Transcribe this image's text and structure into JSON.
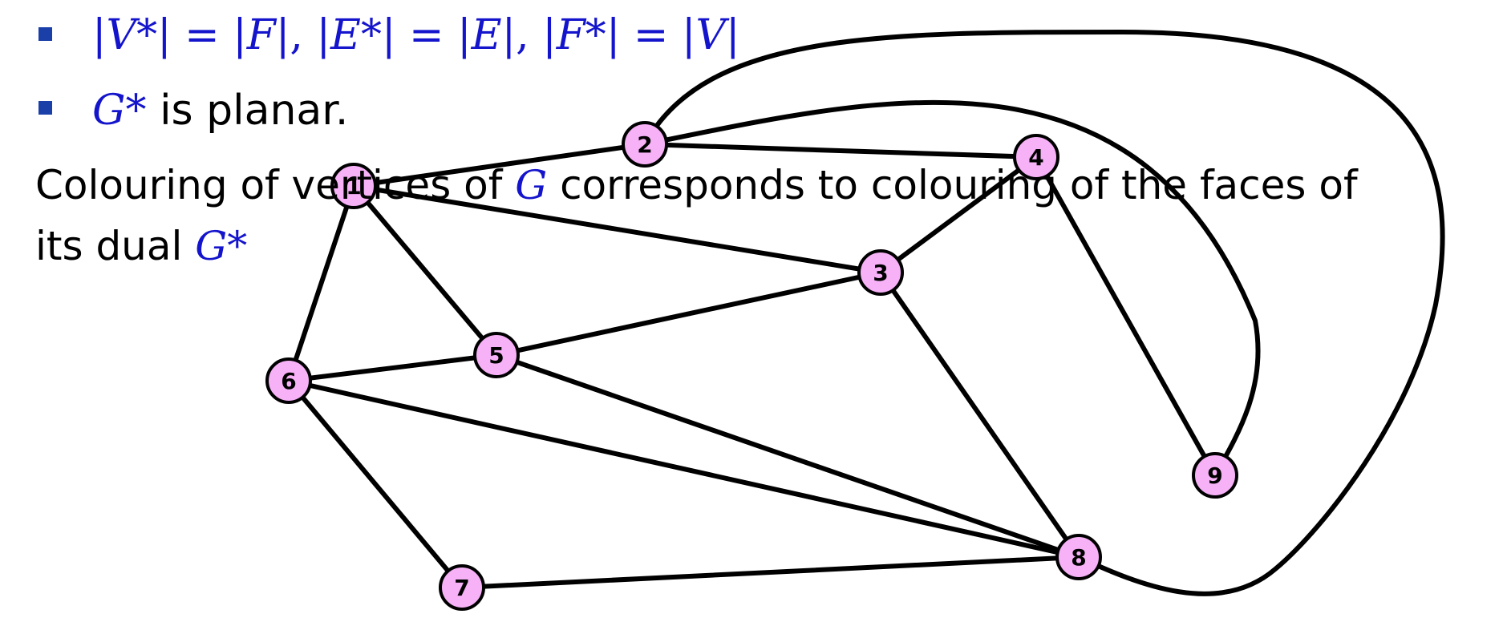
{
  "colors": {
    "math_blue": "#1414cc",
    "bullet_blue": "#1a3fa8",
    "text": "#000000",
    "node_fill": "#f7b2f7",
    "edge": "#000000"
  },
  "bullets": [
    {
      "icon": "square-bullet-icon",
      "V_star": "V*",
      "F": "F",
      "E_star": "E*",
      "E": "E",
      "F_star": "F*",
      "V": "V"
    },
    {
      "icon": "square-bullet-icon",
      "G_star": "G*",
      "text": " is planar."
    }
  ],
  "paragraph": {
    "part1": "Colouring of vertices of ",
    "G": "G",
    "part2": " corresponds to colouring of the faces of",
    "part3": "its dual ",
    "G_star": "G*"
  },
  "graph": {
    "nodes": [
      {
        "label": "1"
      },
      {
        "label": "2"
      },
      {
        "label": "3"
      },
      {
        "label": "4"
      },
      {
        "label": "5"
      },
      {
        "label": "6"
      },
      {
        "label": "7"
      },
      {
        "label": "8"
      },
      {
        "label": "9"
      }
    ],
    "edges": [
      [
        "1",
        "2"
      ],
      [
        "2",
        "4"
      ],
      [
        "1",
        "3"
      ],
      [
        "3",
        "4"
      ],
      [
        "1",
        "5"
      ],
      [
        "1",
        "6"
      ],
      [
        "3",
        "5"
      ],
      [
        "5",
        "6"
      ],
      [
        "5",
        "8"
      ],
      [
        "6",
        "8"
      ],
      [
        "6",
        "7"
      ],
      [
        "7",
        "8"
      ],
      [
        "3",
        "8"
      ],
      [
        "4",
        "9"
      ],
      [
        "2",
        "9"
      ],
      [
        "2",
        "8"
      ]
    ]
  }
}
